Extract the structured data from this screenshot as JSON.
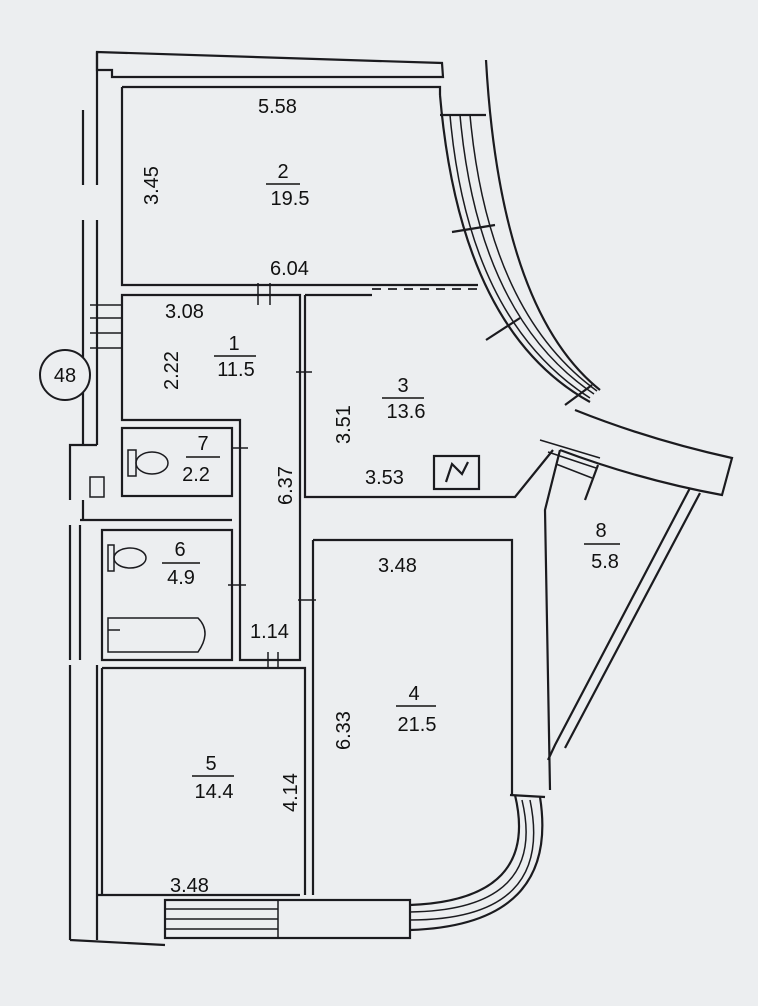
{
  "plan": {
    "unit_number": "48",
    "rooms": [
      {
        "id": "2",
        "area": "19.5"
      },
      {
        "id": "1",
        "area": "11.5"
      },
      {
        "id": "3",
        "area": "13.6"
      },
      {
        "id": "7",
        "area": "2.2"
      },
      {
        "id": "6",
        "area": "4.9"
      },
      {
        "id": "8",
        "area": "5.8"
      },
      {
        "id": "4",
        "area": "21.5"
      },
      {
        "id": "5",
        "area": "14.4"
      }
    ],
    "dimensions": {
      "room2_width": "5.58",
      "room2_height": "3.45",
      "overall_width": "6.04",
      "room1_width": "3.08",
      "room1_height": "2.22",
      "room3_height": "3.51",
      "room3_width": "3.53",
      "corridor_length": "6.37",
      "room4_width": "3.48",
      "corridor_width": "1.14",
      "room4_height": "6.33",
      "room5_height": "4.14",
      "room5_width": "3.48"
    }
  }
}
